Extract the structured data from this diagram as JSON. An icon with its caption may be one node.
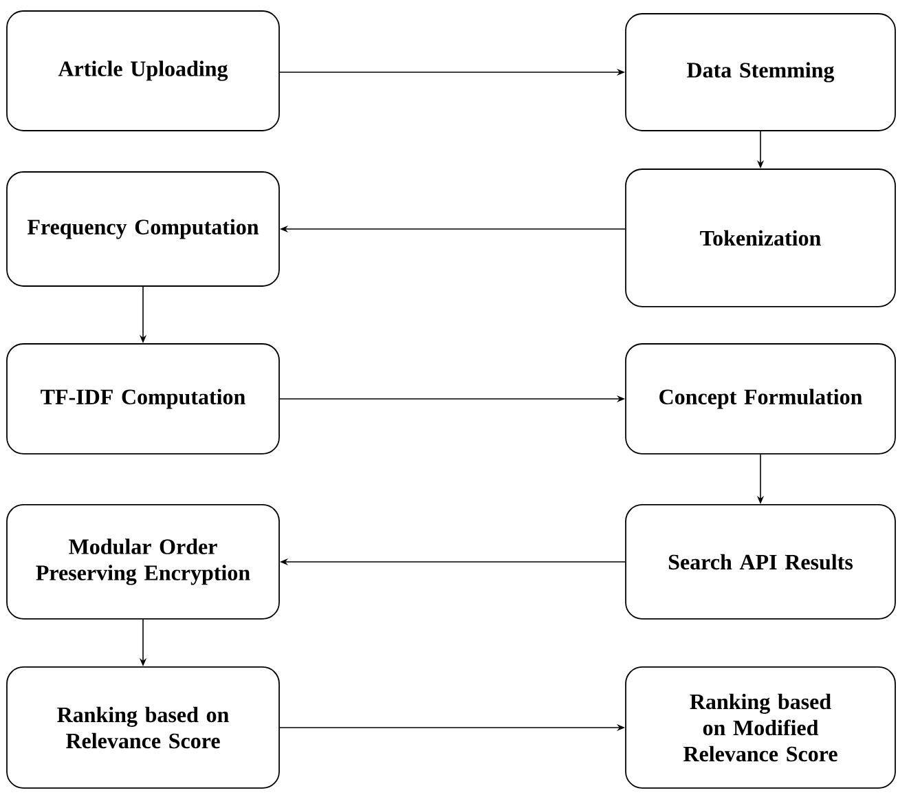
{
  "diagram": {
    "nodes": [
      {
        "text": [
          "Article Uploading"
        ]
      },
      {
        "text": [
          "Data Stemming"
        ]
      },
      {
        "text": [
          "Frequency Computation"
        ]
      },
      {
        "text": [
          "Tokenization"
        ]
      },
      {
        "text": [
          "TF-IDF Computation"
        ]
      },
      {
        "text": [
          "Concept Formulation"
        ]
      },
      {
        "text": [
          "Modular Order Preserving Encryption"
        ]
      },
      {
        "text": [
          "Search API Results"
        ]
      },
      {
        "text": [
          "Ranking based on Relevance Score"
        ]
      },
      {
        "text": [
          "Ranking based on Modified Relevance Score"
        ]
      }
    ],
    "edges": [
      {
        "from": 0,
        "to": 1,
        "arrow": "to"
      },
      {
        "from": 1,
        "to": 3,
        "arrow": "to"
      },
      {
        "from": 3,
        "to": 2,
        "arrow": "to"
      },
      {
        "from": 2,
        "to": 4,
        "arrow": "to"
      },
      {
        "from": 4,
        "to": 5,
        "arrow": "to"
      },
      {
        "from": 5,
        "to": 7,
        "arrow": "to"
      },
      {
        "from": 7,
        "to": 6,
        "arrow": "to"
      },
      {
        "from": 6,
        "to": 8,
        "arrow": "to"
      },
      {
        "from": 8,
        "to": 9,
        "arrow": "to"
      }
    ]
  }
}
